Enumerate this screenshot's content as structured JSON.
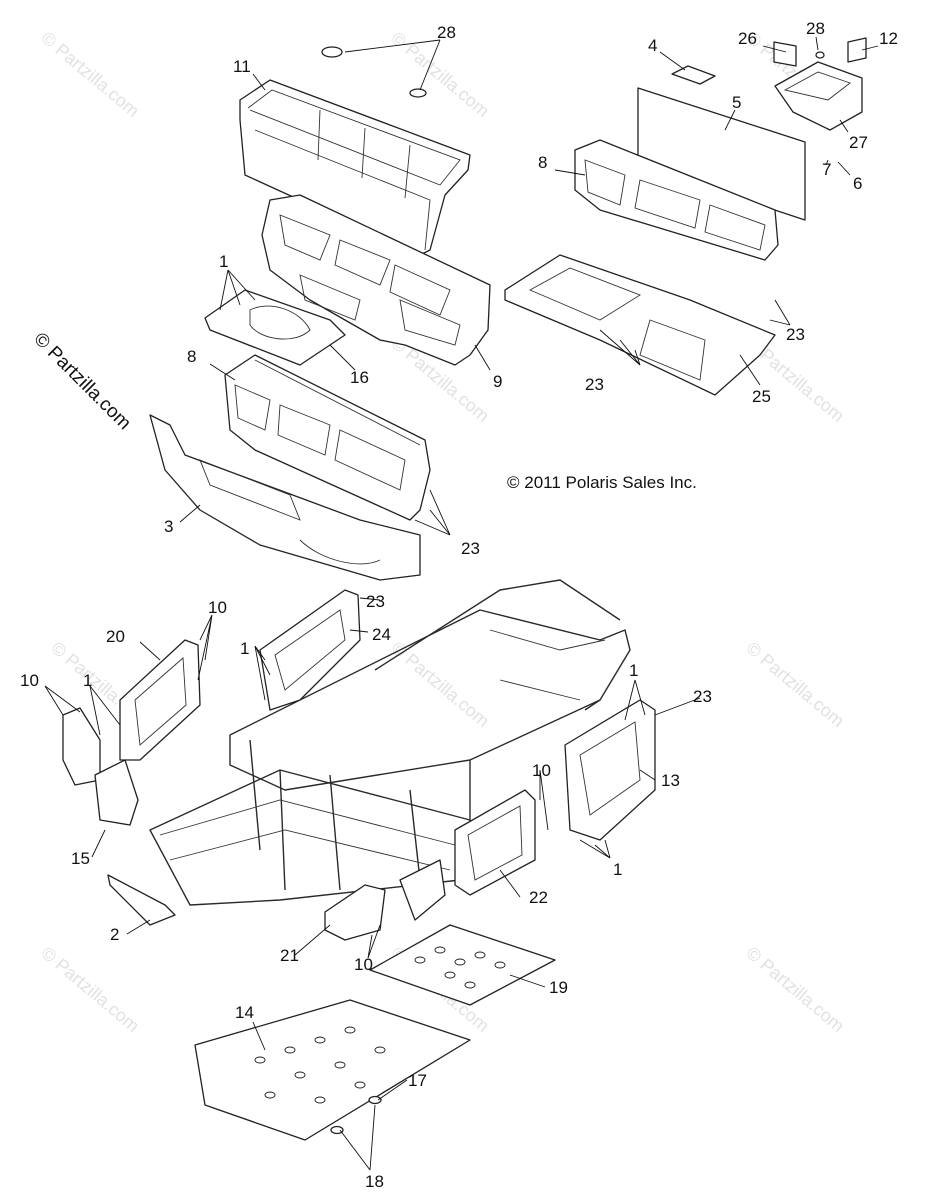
{
  "copyright": "© 2011 Polaris Sales Inc.",
  "side_watermark": "© Partzilla.com",
  "watermark": "© Partzilla.com",
  "callouts": {
    "c28a": "28",
    "c11": "11",
    "c4": "4",
    "c26": "26",
    "c28b": "28",
    "c12": "12",
    "c5": "5",
    "c27": "27",
    "c8a": "8",
    "c7": "7",
    "c6": "6",
    "c1a": "1",
    "c16": "16",
    "c9": "9",
    "c23a": "23",
    "c23b": "23",
    "c25": "25",
    "c8b": "8",
    "c3": "3",
    "c23c": "23",
    "c10a": "10",
    "c23d": "23",
    "c20": "20",
    "c24": "24",
    "c1b": "1",
    "c10b": "10",
    "c1c": "1",
    "c1d": "1",
    "c23e": "23",
    "c13": "13",
    "c10c": "10",
    "c15": "15",
    "c1e": "1",
    "c22": "22",
    "c2": "2",
    "c21": "21",
    "c10d": "10",
    "c19": "19",
    "c14": "14",
    "c17": "17",
    "c18": "18"
  }
}
